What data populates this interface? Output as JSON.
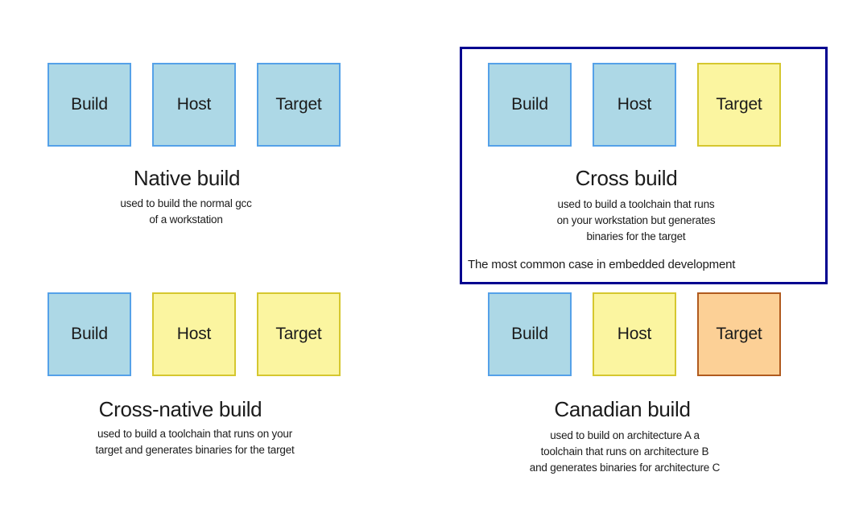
{
  "palette": {
    "blue": {
      "fill": "#add8e6",
      "border": "#55a1e8"
    },
    "yellow": {
      "fill": "#fbf5a0",
      "border": "#d5c72f"
    },
    "orange": {
      "fill": "#fcd096",
      "border": "#b05a1e"
    },
    "frame_border": "#00008f",
    "text": "#1b1b1b",
    "background": "#ffffff"
  },
  "groups": [
    {
      "id": "native",
      "title": "Native build",
      "description": [
        "used to build the normal gcc",
        "of a workstation"
      ],
      "boxes": [
        {
          "label": "Build",
          "color": "blue"
        },
        {
          "label": "Host",
          "color": "blue"
        },
        {
          "label": "Target",
          "color": "blue"
        }
      ]
    },
    {
      "id": "cross",
      "title": "Cross build",
      "description": [
        "used to build a toolchain that runs",
        "on your workstation but generates",
        "binaries for the target"
      ],
      "note": "The most common case in embedded development",
      "boxes": [
        {
          "label": "Build",
          "color": "blue"
        },
        {
          "label": "Host",
          "color": "blue"
        },
        {
          "label": "Target",
          "color": "yellow"
        }
      ]
    },
    {
      "id": "cross-native",
      "title": "Cross-native build",
      "description": [
        "used to build a toolchain that runs on your",
        "target and generates binaries for the target"
      ],
      "boxes": [
        {
          "label": "Build",
          "color": "blue"
        },
        {
          "label": "Host",
          "color": "yellow"
        },
        {
          "label": "Target",
          "color": "yellow"
        }
      ]
    },
    {
      "id": "canadian",
      "title": "Canadian build",
      "description": [
        "used to build on architecture A a",
        "toolchain that runs on architecture B",
        "and generates binaries for architecture C"
      ],
      "boxes": [
        {
          "label": "Build",
          "color": "blue"
        },
        {
          "label": "Host",
          "color": "yellow"
        },
        {
          "label": "Target",
          "color": "orange"
        }
      ]
    }
  ]
}
